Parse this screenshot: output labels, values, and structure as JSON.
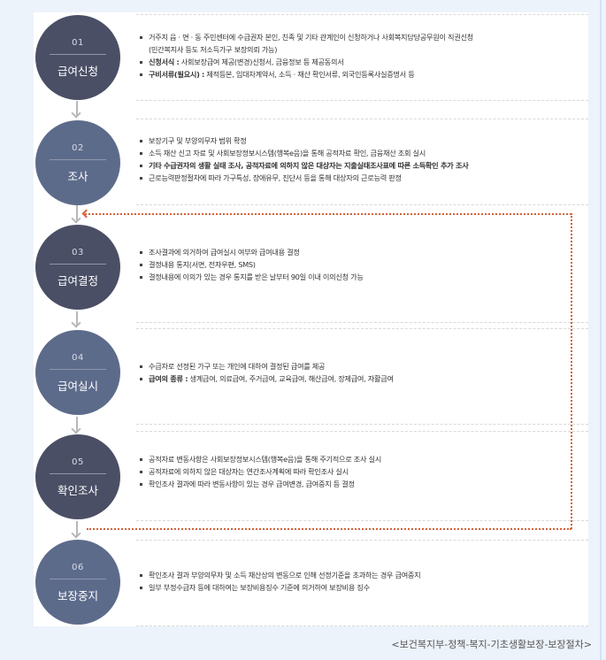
{
  "steps": [
    {
      "number": "01",
      "title": "급여신청",
      "style": "dark",
      "bullets": [
        {
          "text": "거주지 읍 · 면 · 동 주민센터에 수급권자 본인, 친족 및 기타 관계인이 신청하거나 사회복지담당공무원이 직권신청",
          "continuation": "(민간복지사 등도 저소득가구 보장의뢰 가능)"
        },
        {
          "label": "신청서식 :",
          "text": " 사회보장급여 제공(변경)신청서, 금융정보 등 제공동의서"
        },
        {
          "label": "구비서류(필요시) :",
          "text": " 제적등본, 임대차계약서, 소득 · 재산 확인서류, 외국인등록사실증명서 등"
        }
      ]
    },
    {
      "number": "02",
      "title": "조사",
      "style": "slate",
      "bullets": [
        {
          "text": "보장기구 및 부양의무자 범위 확정"
        },
        {
          "text": "소득 재산 신고 자료 및 사회보장정보시스템(행복e음)을 통해 공적자료 확인, 금융재산 조회 실시"
        },
        {
          "text": "기타 수급권자의 생활 실태 조사, 공적자료에 의하지 않은 대상자는 지출실태조사표에 따른 소득확인 추가 조사"
        },
        {
          "text": "근로능력판정절차에 따라 가구특성, 장애유무, 진단서 등을 통해 대상자의 근로능력 판정"
        }
      ]
    },
    {
      "number": "03",
      "title": "급여결정",
      "style": "dark",
      "bullets": [
        {
          "text": "조사결과에 의거하여 급여실시 여부와 급여내용 결정"
        },
        {
          "text": "결정내용 통지(서면, 전자우편, SMS)"
        },
        {
          "text": "결정내용에 이의가 있는 경우 통지를 받은 날부터 90일 이내 이의신청 가능"
        }
      ]
    },
    {
      "number": "04",
      "title": "급여실시",
      "style": "slate",
      "bullets": [
        {
          "text": "수급자로 선정된 가구 또는 개인에 대하여 결정된 급여를 제공"
        },
        {
          "label": "급여의 종류 :",
          "text": " 생계급여, 의료급여, 주거급여, 교육급여, 해산급여, 장제급여, 자활급여"
        }
      ]
    },
    {
      "number": "05",
      "title": "확인조사",
      "style": "dark",
      "bullets": [
        {
          "text": "공적자료 변동사항은 사회보장정보시스템(행복e음)을 통해 주기적으로 조사 실시"
        },
        {
          "text": "공적자료에 의하지 않은 대상자는 연간조사계획에 따라 확인조사 실시"
        },
        {
          "text": "확인조사 결과에 따라 변동사항이 있는 경우 급여변경, 급여중지 등 결정"
        }
      ]
    },
    {
      "number": "06",
      "title": "보장중지",
      "style": "slate",
      "bullets": [
        {
          "text": "확인조사 결과 부양의무자 및 소득 재산상의 변동으로 인해 선정기준을 초과하는 경우 급여중지"
        },
        {
          "text": "일부 부정수급자 등에 대하여는 보장비용징수 기준에 의거하여 보장비용 징수"
        }
      ]
    }
  ],
  "colors": {
    "dark_circle": "#4a4f66",
    "slate_circle": "#5d6b8b",
    "feedback_loop": "#d4633b",
    "background": "#edf3fb"
  },
  "source": "<보건복지부-정책-복지-기초생활보장-보장절차>"
}
